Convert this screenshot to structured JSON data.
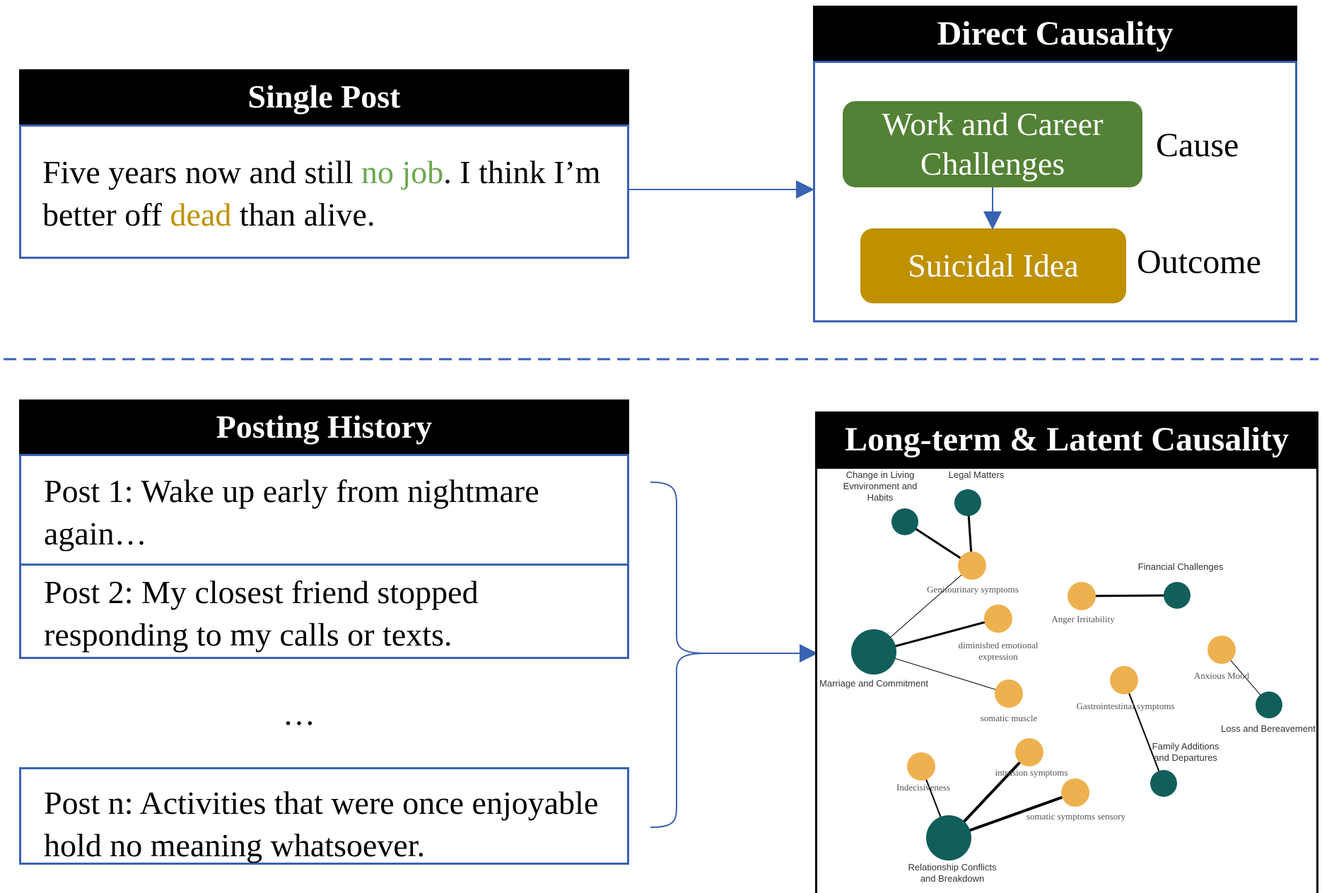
{
  "single_post": {
    "header": "Single Post",
    "text_before_1": "Five years now and still ",
    "highlight_1": "no job",
    "text_after_1": ". I think I’m better off ",
    "highlight_2": "dead",
    "text_after_2": " than alive.",
    "highlight_1_color": "#6aa84f",
    "highlight_2_color": "#bf9000"
  },
  "direct_causality": {
    "header": "Direct Causality",
    "cause_box": "Work and Career Challenges",
    "outcome_box": "Suicidal Idea",
    "cause_label": "Cause",
    "outcome_label": "Outcome",
    "cause_color": "#538135",
    "outcome_color": "#bf9000"
  },
  "posting_history": {
    "header": "Posting History",
    "post1": "Post 1: Wake up early from nightmare again…",
    "post2": "Post 2: My closest friend stopped responding to my calls or texts.",
    "ellipsis": "…",
    "postn": "Post n: Activities that were once enjoyable hold no meaning whatsoever."
  },
  "latent_causality": {
    "header": "Long-term & Latent Causality",
    "colors": {
      "cause": "#115e5a",
      "symptom": "#eeb14f"
    },
    "nodes": {
      "change_living": [
        "Change in Living",
        "Evnvironment and",
        "Habits"
      ],
      "legal": "Legal Matters",
      "genitourinary": "Genitourinary symptoms",
      "anger": "Anger Irritability",
      "financial": "Financial Challenges",
      "diminished": [
        "diminished emotional",
        "expression"
      ],
      "marriage": "Marriage and Commitment",
      "anxious": "Anxious Mood",
      "loss": "Loss and Bereavement",
      "gastro": "Gastrointestinal symptoms",
      "somatic_muscle": "somatic muscle",
      "family": [
        "Family Additions",
        "and Departures"
      ],
      "indecisiveness": "Indecisiveness",
      "intrusion": "intrusion symptoms",
      "somatic_sensory": "somatic symptoms sensory",
      "relationship": [
        "Relationship Conflicts",
        "and Breakdown"
      ]
    }
  }
}
